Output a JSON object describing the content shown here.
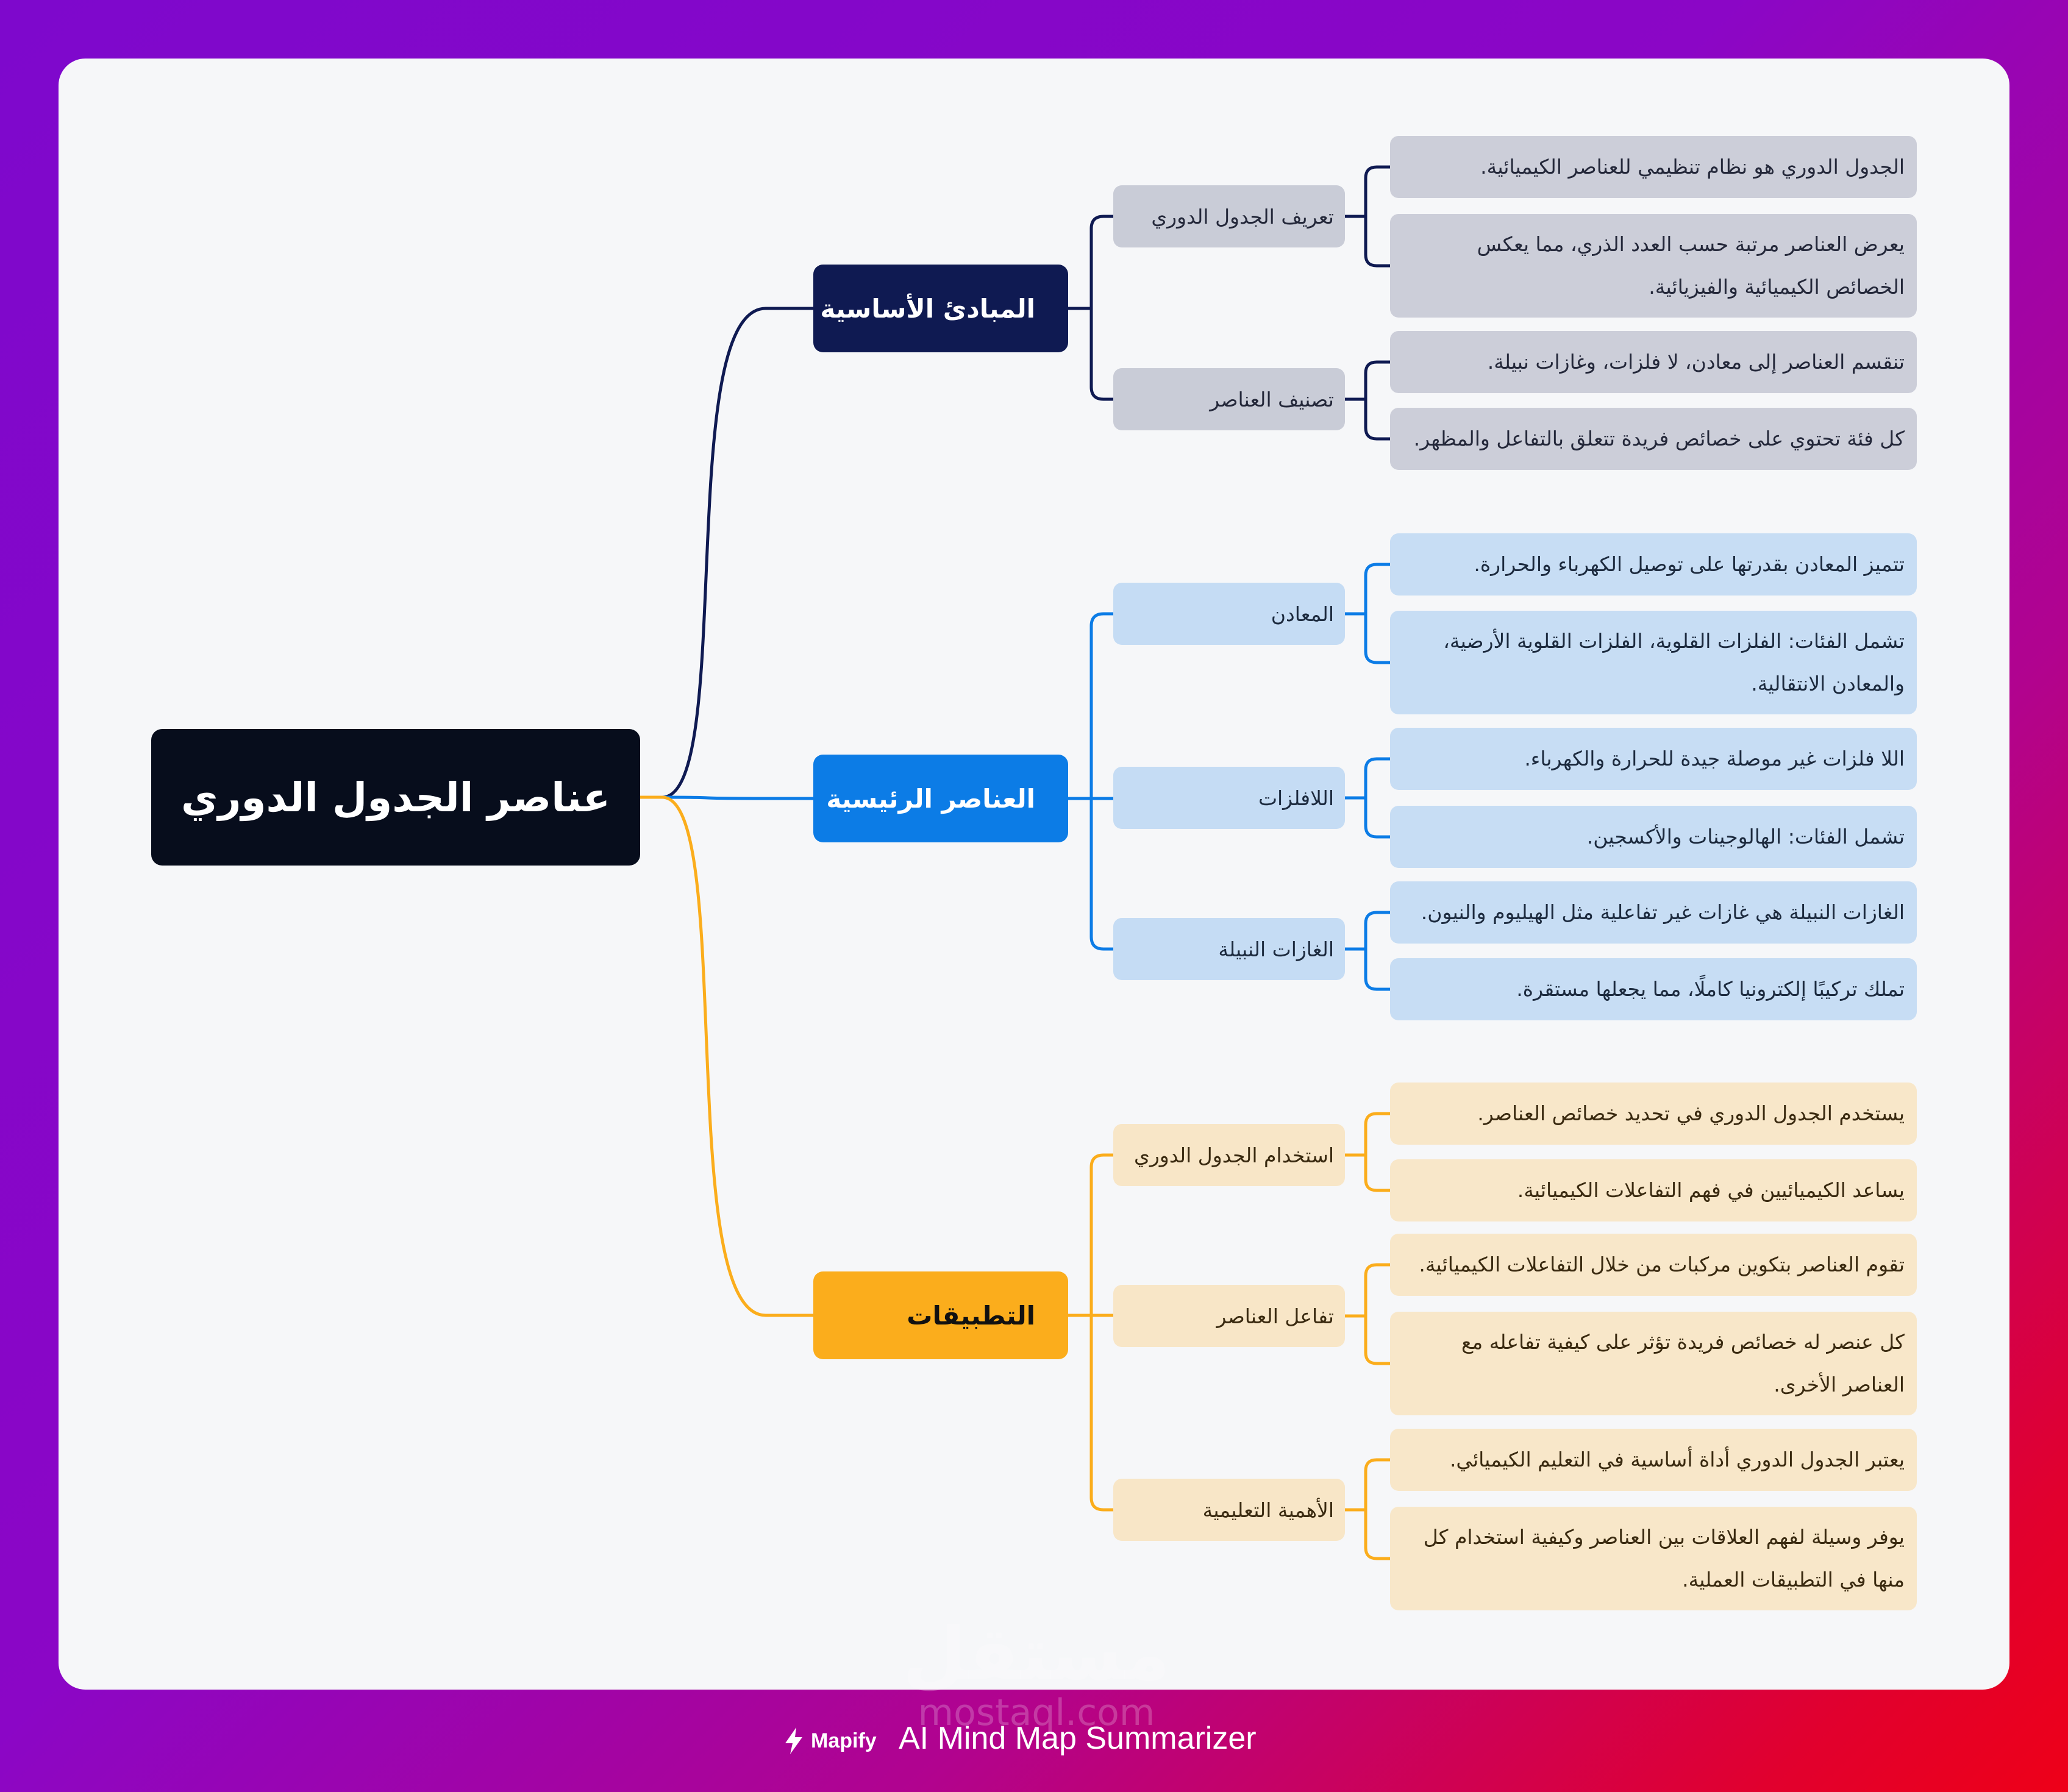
{
  "colors": {
    "basics": "#0f1a52",
    "elements": "#0c7ce6",
    "applications": "#fbad1c",
    "sub_basics_bg": "#c9ccd7",
    "leaf_basics_bg": "#ccced9",
    "sub_elements_bg": "#c5dcf4",
    "leaf_elements_bg": "#c7ddf4",
    "sub_apps_bg": "#f8e6c7",
    "leaf_apps_bg": "#f8e7c9"
  },
  "root": {
    "label": "عناصر الجدول الدوري"
  },
  "branches": [
    {
      "label": "المبادئ الأساسية",
      "subs": [
        {
          "label": "تعريف الجدول الدوري",
          "leaves": [
            "الجدول الدوري هو نظام تنظيمي للعناصر الكيميائية.",
            "يعرض العناصر مرتبة حسب العدد الذري، مما يعكس الخصائص الكيميائية والفيزيائية."
          ]
        },
        {
          "label": "تصنيف العناصر",
          "leaves": [
            "تنقسم العناصر إلى معادن، لا فلزات، وغازات نبيلة.",
            "كل فئة تحتوي على خصائص فريدة تتعلق بالتفاعل والمظهر."
          ]
        }
      ]
    },
    {
      "label": "العناصر الرئيسية",
      "subs": [
        {
          "label": "المعادن",
          "leaves": [
            "تتميز المعادن بقدرتها على توصيل الكهرباء والحرارة.",
            "تشمل الفئات: الفلزات القلوية، الفلزات القلوية الأرضية، والمعادن الانتقالية."
          ]
        },
        {
          "label": "اللافلزات",
          "leaves": [
            "اللا فلزات غير موصلة جيدة للحرارة والكهرباء.",
            "تشمل الفئات: الهالوجينات والأكسجين."
          ]
        },
        {
          "label": "الغازات النبيلة",
          "leaves": [
            "الغازات النبيلة هي غازات غير تفاعلية مثل الهيليوم والنيون.",
            "تملك تركيبًا إلكترونيا كاملًا، مما يجعلها مستقرة."
          ]
        }
      ]
    },
    {
      "label": "التطبيقات",
      "subs": [
        {
          "label": "استخدام الجدول الدوري",
          "leaves": [
            "يستخدم الجدول الدوري في تحديد خصائص العناصر.",
            "يساعد الكيميائيين في فهم التفاعلات الكيميائية."
          ]
        },
        {
          "label": "تفاعل العناصر",
          "leaves": [
            "تقوم العناصر بتكوين مركبات من خلال التفاعلات الكيميائية.",
            "كل عنصر له خصائص فريدة تؤثر على كيفية تفاعله مع العناصر الأخرى."
          ]
        },
        {
          "label": "الأهمية التعليمية",
          "leaves": [
            "يعتبر الجدول الدوري أداة أساسية في التعليم الكيميائي.",
            "يوفر وسيلة لفهم العلاقات بين العناصر وكيفية استخدام كل منها في التطبيقات العملية."
          ]
        }
      ]
    }
  ],
  "footer": {
    "brand": "Mapify",
    "title": "AI Mind Map Summarizer"
  },
  "watermark": {
    "arabic": "مستقل",
    "latin": "mostaql.com"
  }
}
